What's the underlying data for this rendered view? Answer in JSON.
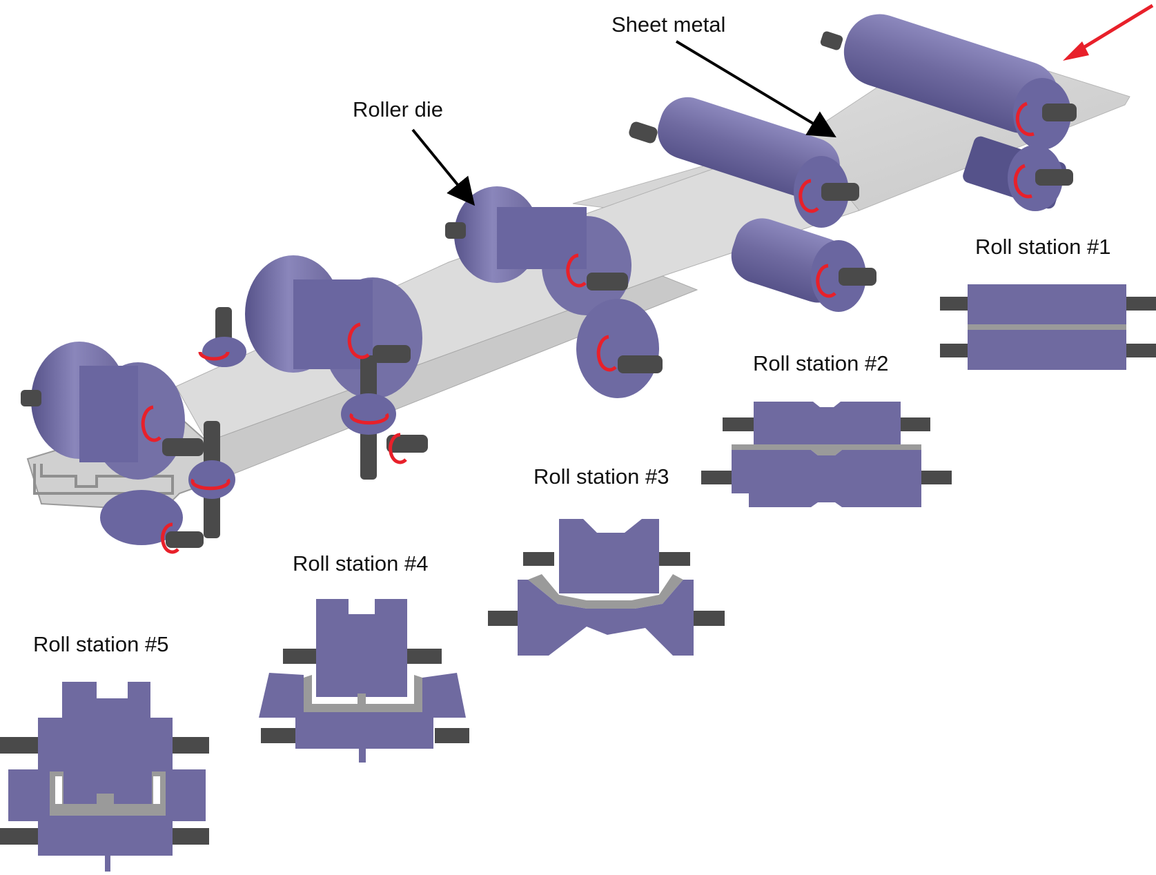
{
  "labels": {
    "sheet_metal": "Sheet metal",
    "roller_die": "Roller die",
    "station_1": "Roll station #1",
    "station_2": "Roll station #2",
    "station_3": "Roll station #3",
    "station_4": "Roll station #4",
    "station_5": "Roll station #5"
  },
  "colors": {
    "roller": "#6f6aa0",
    "roller_light": "#8c88bd",
    "roller_dark": "#4f4b7d",
    "shaft": "#4a4a4a",
    "sheet": "#d6d6d6",
    "sheet_edge": "#a9a9a9",
    "rotation_arrow": "#e8202a",
    "feed_arrow": "#e8202a",
    "leader_line": "#000000"
  },
  "icons": {
    "feed_direction": "feed-arrow-icon",
    "rotation": "rotation-arrow-icon"
  }
}
